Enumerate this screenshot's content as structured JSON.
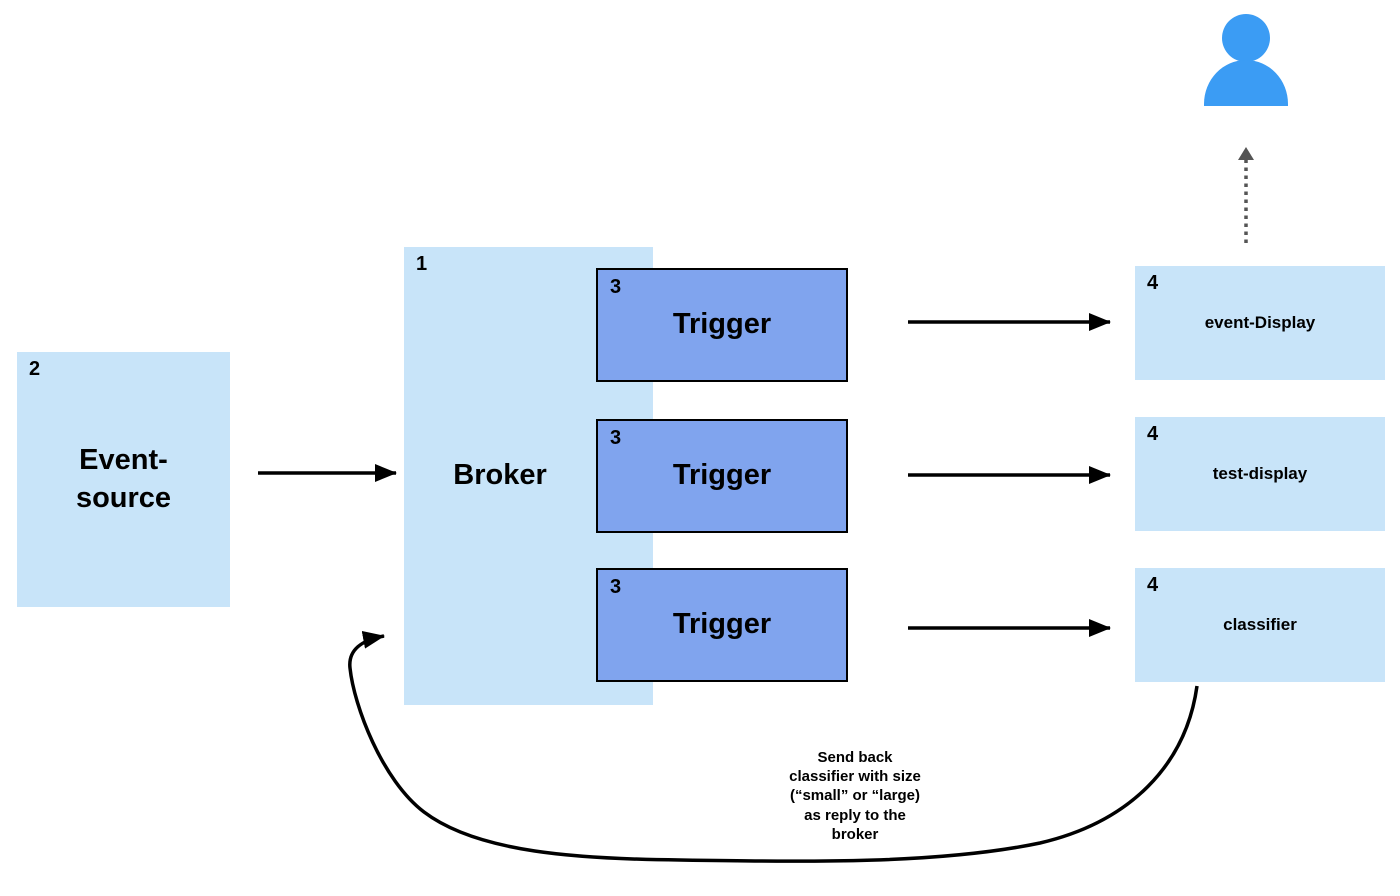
{
  "diagram": {
    "title": "event-driven broker trigger diagram",
    "nodes": {
      "event_source": {
        "number": "2",
        "label_line1": "Event-",
        "label_line2": "source"
      },
      "broker": {
        "number": "1",
        "label": "Broker"
      },
      "triggers": [
        {
          "number": "3",
          "label": "Trigger"
        },
        {
          "number": "3",
          "label": "Trigger"
        },
        {
          "number": "3",
          "label": "Trigger"
        }
      ],
      "sinks": [
        {
          "number": "4",
          "label": "event-Display"
        },
        {
          "number": "4",
          "label": "test-display"
        },
        {
          "number": "4",
          "label": "classifier"
        }
      ]
    },
    "annotations": {
      "reply_note": {
        "lines": [
          "Send back",
          "classifier with size",
          "(“small” or “large)",
          "as reply to the",
          "broker"
        ]
      }
    },
    "colors": {
      "light_blue_box": "#c8e4f9",
      "trigger_blue_box": "#80a4ee",
      "person_blue": "#3b9cf4",
      "arrow_black": "#000000",
      "dotted_arrow_gray": "#555555"
    }
  }
}
